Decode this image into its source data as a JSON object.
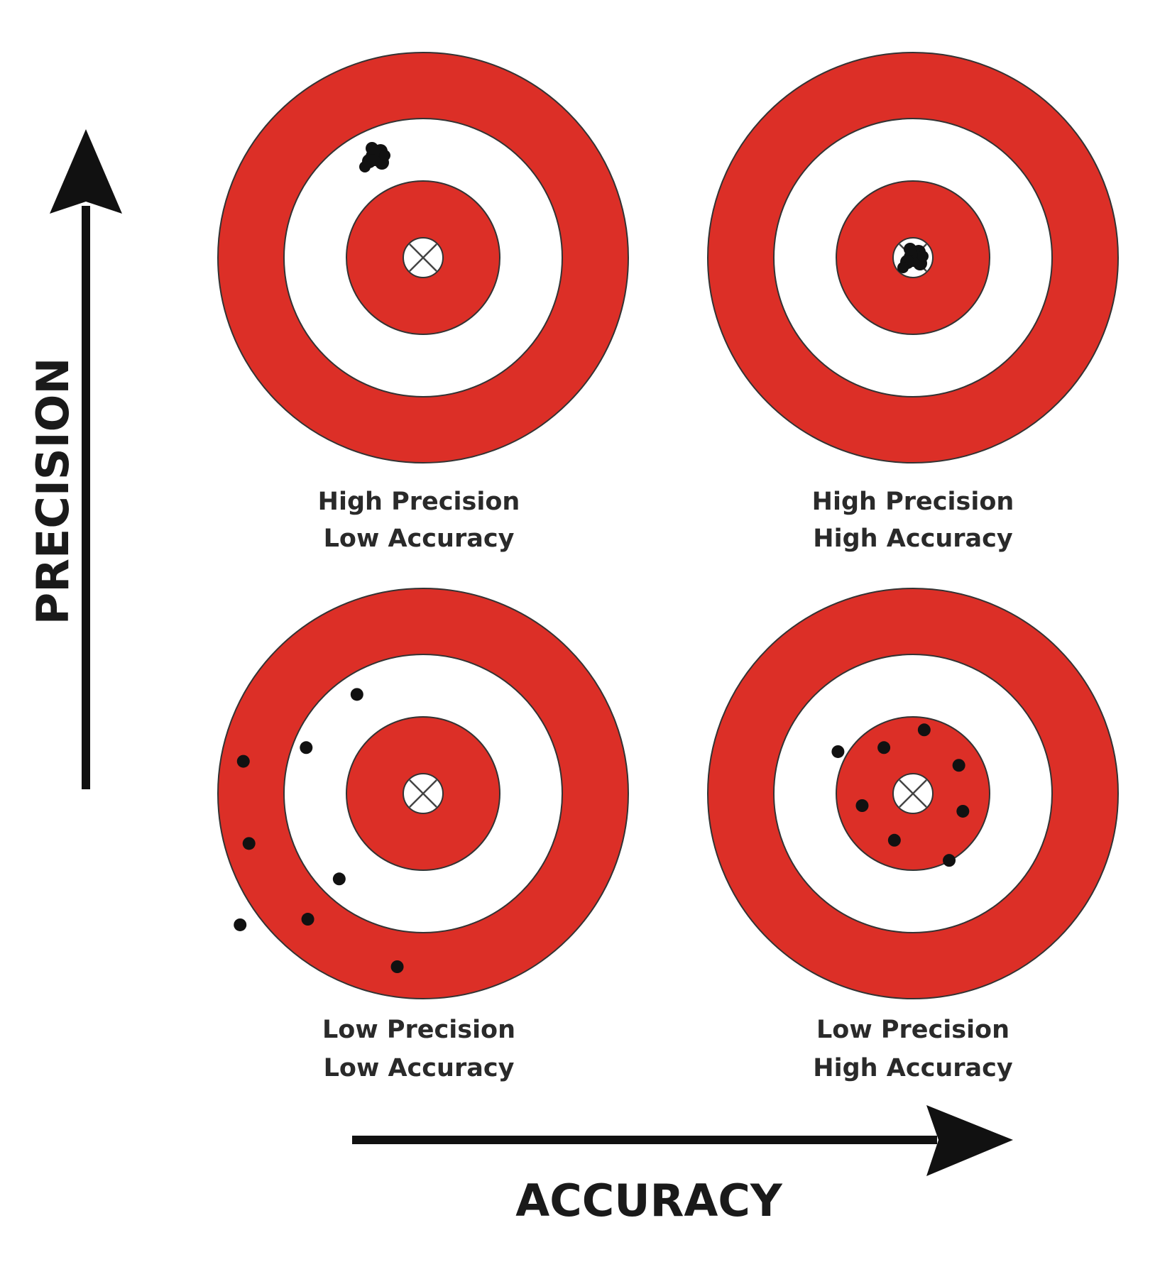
{
  "colors": {
    "ring": "#dc2f27",
    "white": "#ffffff",
    "ink": "#111111"
  },
  "axes": {
    "y_label": "PRECISION",
    "x_label": "ACCURACY"
  },
  "targets": [
    {
      "id": "hp-la",
      "line1": "High Precision",
      "line2": "Low Accuracy",
      "pattern": "tight-cluster-off-center"
    },
    {
      "id": "hp-ha",
      "line1": "High Precision",
      "line2": "High Accuracy",
      "pattern": "tight-cluster-center"
    },
    {
      "id": "lp-la",
      "line1": "Low Precision",
      "line2": "Low Accuracy",
      "pattern": "scattered-off-center"
    },
    {
      "id": "lp-ha",
      "line1": "Low Precision",
      "line2": "High Accuracy",
      "pattern": "scattered-around-center"
    }
  ]
}
